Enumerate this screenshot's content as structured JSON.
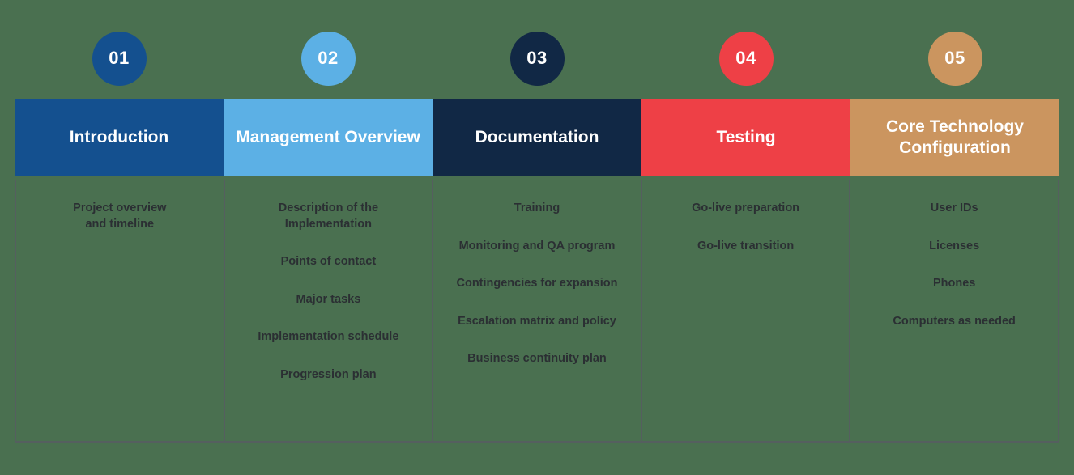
{
  "canvas": {
    "background_color": "#4a7050",
    "border_color": "#555f5f",
    "body_text_color": "#2b2f33"
  },
  "phases": [
    {
      "number": "01",
      "title": "Introduction",
      "color": "#14508f",
      "items": [
        "Project overview\nand timeline"
      ]
    },
    {
      "number": "02",
      "title": "Management Overview",
      "color": "#5cb0e5",
      "items": [
        "Description of the\nImplementation",
        "Points of contact",
        "Major tasks",
        "Implementation schedule",
        "Progression plan"
      ]
    },
    {
      "number": "03",
      "title": "Documentation",
      "color": "#112845",
      "items": [
        "Training",
        "Monitoring and QA program",
        "Contingencies for expansion",
        "Escalation matrix and policy",
        "Business continuity plan"
      ]
    },
    {
      "number": "04",
      "title": "Testing",
      "color": "#ee4046",
      "items": [
        "Go-live preparation",
        "Go-live transition"
      ]
    },
    {
      "number": "05",
      "title": "Core Technology Configuration",
      "color": "#cb955f",
      "items": [
        "User IDs",
        "Licenses",
        "Phones",
        "Computers as needed"
      ]
    }
  ]
}
